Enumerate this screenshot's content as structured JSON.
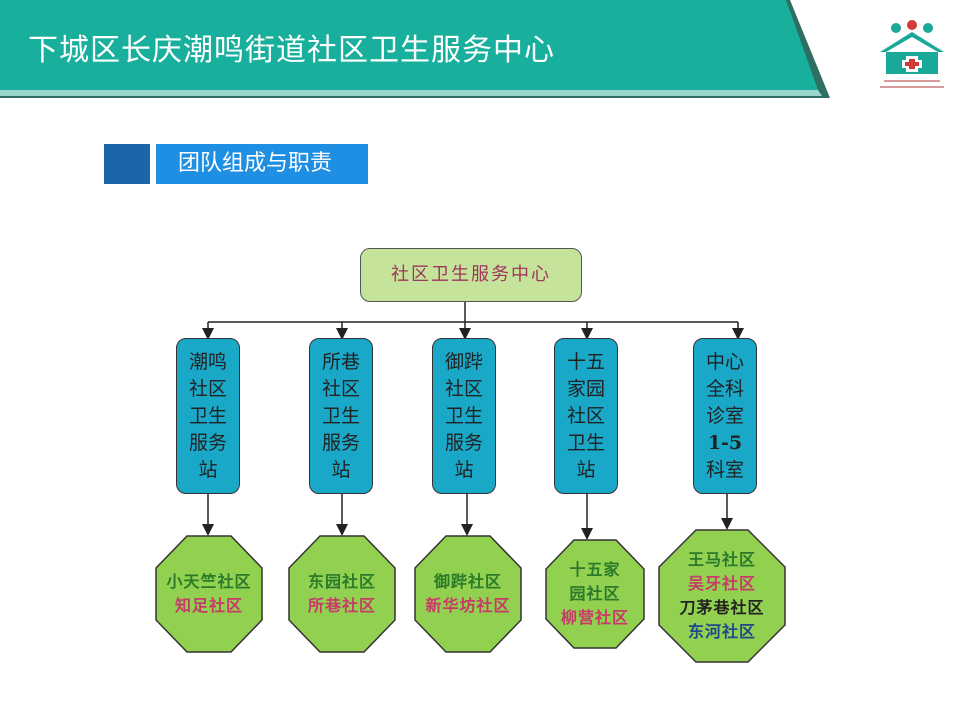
{
  "header": {
    "title": "下城区长庆潮鸣街道社区卫生服务中心",
    "band_color": "#18b09c"
  },
  "section": {
    "title": "团队组成与职责"
  },
  "org_chart": {
    "root": "社区卫生服务中心",
    "stations": [
      {
        "lines": [
          "潮鸣",
          "社区",
          "卫生",
          "服务",
          "站"
        ]
      },
      {
        "lines": [
          "所巷",
          "社区",
          "卫生",
          "服务",
          "站"
        ]
      },
      {
        "lines": [
          "御跸",
          "社区",
          "卫生",
          "服务",
          "站"
        ]
      },
      {
        "lines": [
          "十五",
          "家园",
          "社区",
          "卫生",
          "站"
        ]
      },
      {
        "lines": [
          "中心",
          "全科",
          "诊室",
          "1-5",
          "科室"
        ]
      }
    ],
    "communities": [
      {
        "lines": [
          "小天竺社区",
          "知足社区"
        ]
      },
      {
        "lines": [
          "东园社区",
          "所巷社区"
        ]
      },
      {
        "lines": [
          "御跸社区",
          "新华坊社区"
        ]
      },
      {
        "lines": [
          "十五家",
          "园社区",
          "柳营社区"
        ]
      },
      {
        "lines": [
          "王马社区",
          "吴牙社区",
          "刀茅巷社区",
          "东河社区"
        ]
      }
    ],
    "colors": {
      "root_fill": "#c5e39b",
      "station_fill": "#1aa8c8",
      "community_fill": "#92d050"
    }
  },
  "logo": {
    "name": "house-cross-logo-icon"
  }
}
